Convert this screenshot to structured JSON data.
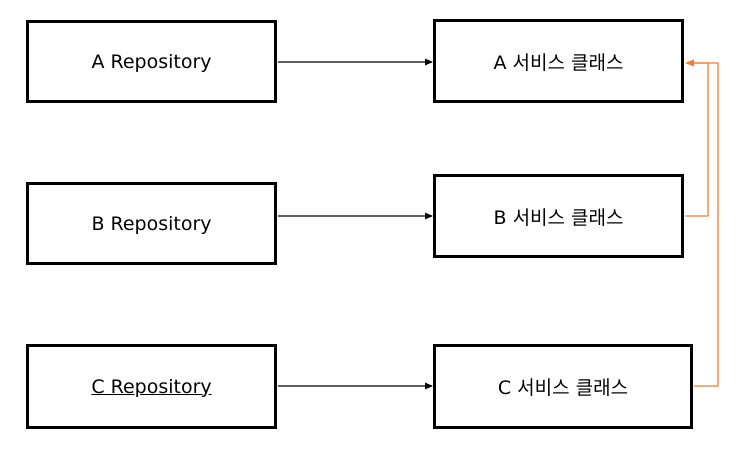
{
  "nodes": {
    "repo_a": "A Repository",
    "repo_b": "B Repository",
    "repo_c": "C Repository",
    "service_a": "A 서비스 클래스",
    "service_b": "B 서비스 클래스",
    "service_c": "C 서비스 클래스"
  },
  "edges": [
    {
      "from": "A Repository",
      "to": "A 서비스 클래스",
      "color": "#000000"
    },
    {
      "from": "B Repository",
      "to": "B 서비스 클래스",
      "color": "#000000"
    },
    {
      "from": "C Repository",
      "to": "C 서비스 클래스",
      "color": "#000000"
    },
    {
      "from": "B 서비스 클래스",
      "to": "A 서비스 클래스",
      "color": "#ED7D31"
    },
    {
      "from": "C 서비스 클래스",
      "to": "A 서비스 클래스",
      "color": "#ED7D31"
    }
  ],
  "colors": {
    "border": "#000000",
    "dependency_arrow": "#ED7D31"
  }
}
